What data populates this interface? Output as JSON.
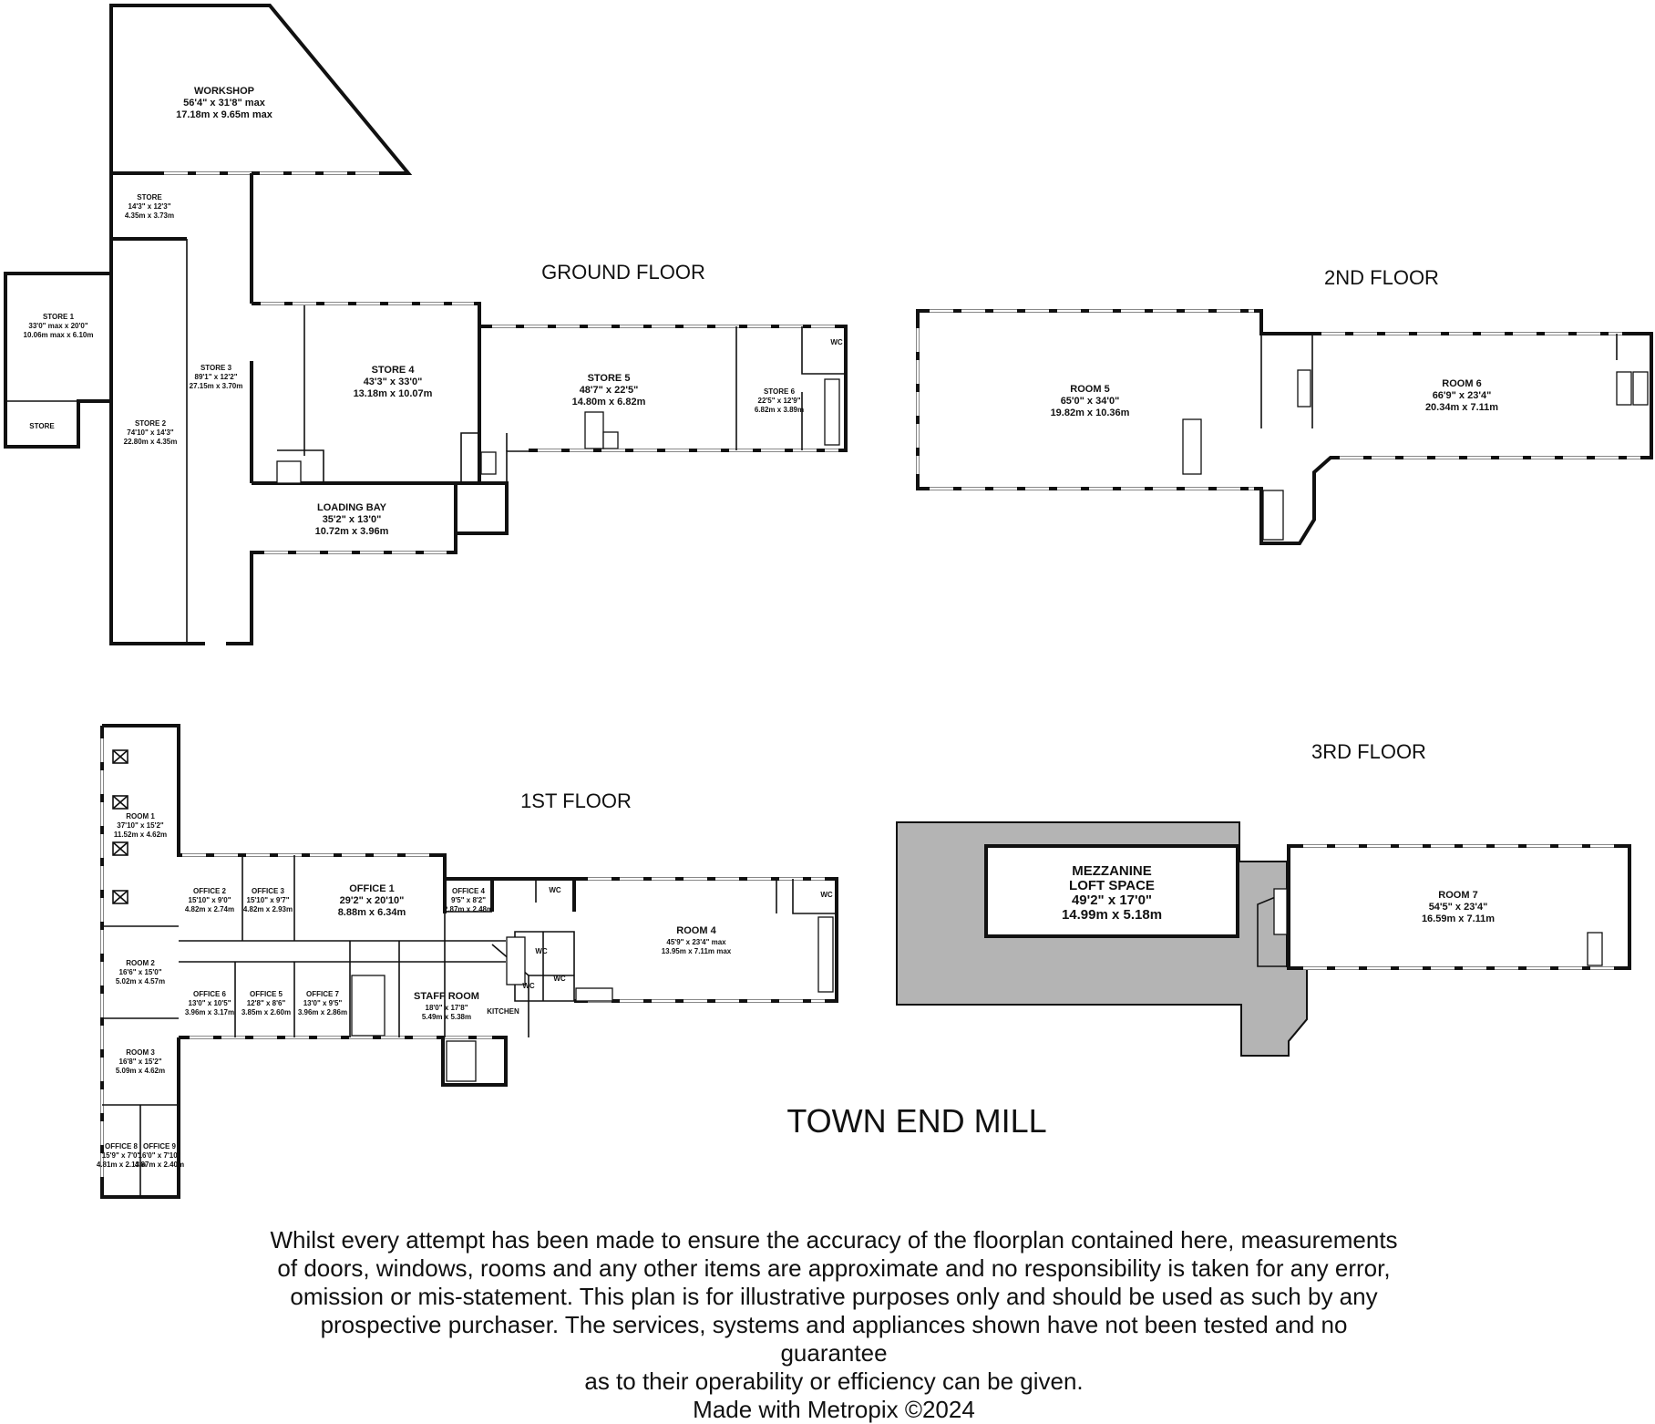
{
  "plan_title": "TOWN END MILL",
  "floors": {
    "ground": "GROUND FLOOR",
    "first": "1ST FLOOR",
    "second": "2ND FLOOR",
    "third": "3RD FLOOR"
  },
  "rooms": {
    "workshop": {
      "name": "WORKSHOP",
      "imperial": "56'4\"  x 31'8\" max",
      "metric": "17.18m  x 9.65m max"
    },
    "store_top": {
      "name": "STORE",
      "imperial": "14'3\"  x 12'3\"",
      "metric": "4.35m  x 3.73m"
    },
    "store1": {
      "name": "STORE 1",
      "imperial": "33'0\" max x 20'0\"",
      "metric": "10.06m max x 6.10m"
    },
    "store_small": {
      "name": "STORE"
    },
    "store2": {
      "name": "STORE 2",
      "imperial": "74'10\"  x 14'3\"",
      "metric": "22.80m  x 4.35m"
    },
    "store3": {
      "name": "STORE 3",
      "imperial": "89'1\"  x 12'2\"",
      "metric": "27.15m  x 3.70m"
    },
    "store4": {
      "name": "STORE 4",
      "imperial": "43'3\"  x 33'0\"",
      "metric": "13.18m  x 10.07m"
    },
    "store5": {
      "name": "STORE 5",
      "imperial": "48'7\"  x 22'5\"",
      "metric": "14.80m  x 6.82m"
    },
    "store6": {
      "name": "STORE 6",
      "imperial": "22'5\"  x 12'9\"",
      "metric": "6.82m  x 3.89m"
    },
    "wc_ground": {
      "name": "WC"
    },
    "loading_bay": {
      "name": "LOADING BAY",
      "imperial": "35'2\"  x 13'0\"",
      "metric": "10.72m  x 3.96m"
    },
    "room5": {
      "name": "ROOM 5",
      "imperial": "65'0\"  x 34'0\"",
      "metric": "19.82m  x 10.36m"
    },
    "room6": {
      "name": "ROOM 6",
      "imperial": "66'9\"  x 23'4\"",
      "metric": "20.34m  x 7.11m"
    },
    "room1": {
      "name": "ROOM 1",
      "imperial": "37'10\"  x 15'2\"",
      "metric": "11.52m  x 4.62m"
    },
    "room2": {
      "name": "ROOM 2",
      "imperial": "16'6\"  x 15'0\"",
      "metric": "5.02m  x 4.57m"
    },
    "room3": {
      "name": "ROOM 3",
      "imperial": "16'8\"  x 15'2\"",
      "metric": "5.09m  x 4.62m"
    },
    "office1": {
      "name": "OFFICE 1",
      "imperial": "29'2\"  x 20'10\"",
      "metric": "8.88m  x 6.34m"
    },
    "office2": {
      "name": "OFFICE 2",
      "imperial": "15'10\"  x 9'0\"",
      "metric": "4.82m  x 2.74m"
    },
    "office3": {
      "name": "OFFICE 3",
      "imperial": "15'10\"  x 9'7\"",
      "metric": "4.82m  x 2.93m"
    },
    "office4": {
      "name": "OFFICE 4",
      "imperial": "9'5\"  x 8'2\"",
      "metric": "2.87m  x 2.48m"
    },
    "office5": {
      "name": "OFFICE 5",
      "imperial": "12'8\"  x 8'6\"",
      "metric": "3.85m  x 2.60m"
    },
    "office6": {
      "name": "OFFICE 6",
      "imperial": "13'0\"  x 10'5\"",
      "metric": "3.96m  x 3.17m"
    },
    "office7": {
      "name": "OFFICE 7",
      "imperial": "13'0\"  x 9'5\"",
      "metric": "3.96m  x 2.86m"
    },
    "office8": {
      "name": "OFFICE 8",
      "imperial": "15'9\"  x 7'0\"",
      "metric": "4.81m  x 2.13m"
    },
    "office9": {
      "name": "OFFICE 9",
      "imperial": "16'0\"  x 7'10\"",
      "metric": "4.87m  x 2.40m"
    },
    "staff_room": {
      "name": "STAFF ROOM",
      "imperial": "18'0\"  x 17'8\"",
      "metric": "5.49m  x 5.38m"
    },
    "kitchen": {
      "name": "KITCHEN"
    },
    "room4": {
      "name": "ROOM 4",
      "imperial": "45'9\"  x 23'4\" max",
      "metric": "13.95m  x 7.11m max"
    },
    "wc_1a": {
      "name": "WC"
    },
    "wc_1b": {
      "name": "WC"
    },
    "wc_1c": {
      "name": "WC"
    },
    "wc_1d": {
      "name": "WC"
    },
    "wc_1e": {
      "name": "WC"
    },
    "mezzanine": {
      "name1": "MEZZANINE",
      "name2": "LOFT SPACE",
      "imperial": "49'2\"  x 17'0\"",
      "metric": "14.99m  x 5.18m"
    },
    "room7": {
      "name": "ROOM 7",
      "imperial": "54'5\"  x 23'4\"",
      "metric": "16.59m  x 7.11m"
    }
  },
  "disclaimer": {
    "line1": "Whilst every attempt has been made to ensure the accuracy of the floorplan contained here, measurements",
    "line2": "of doors, windows, rooms and any other items are approximate and no responsibility is taken for any error,",
    "line3": "omission or mis-statement. This plan is for illustrative purposes only and should be used as such by any",
    "line4": "prospective purchaser. The services, systems and appliances shown have not been tested and no guarantee",
    "line5": "as to their operability or efficiency can be given.",
    "credit": "Made with Metropix ©2024"
  }
}
